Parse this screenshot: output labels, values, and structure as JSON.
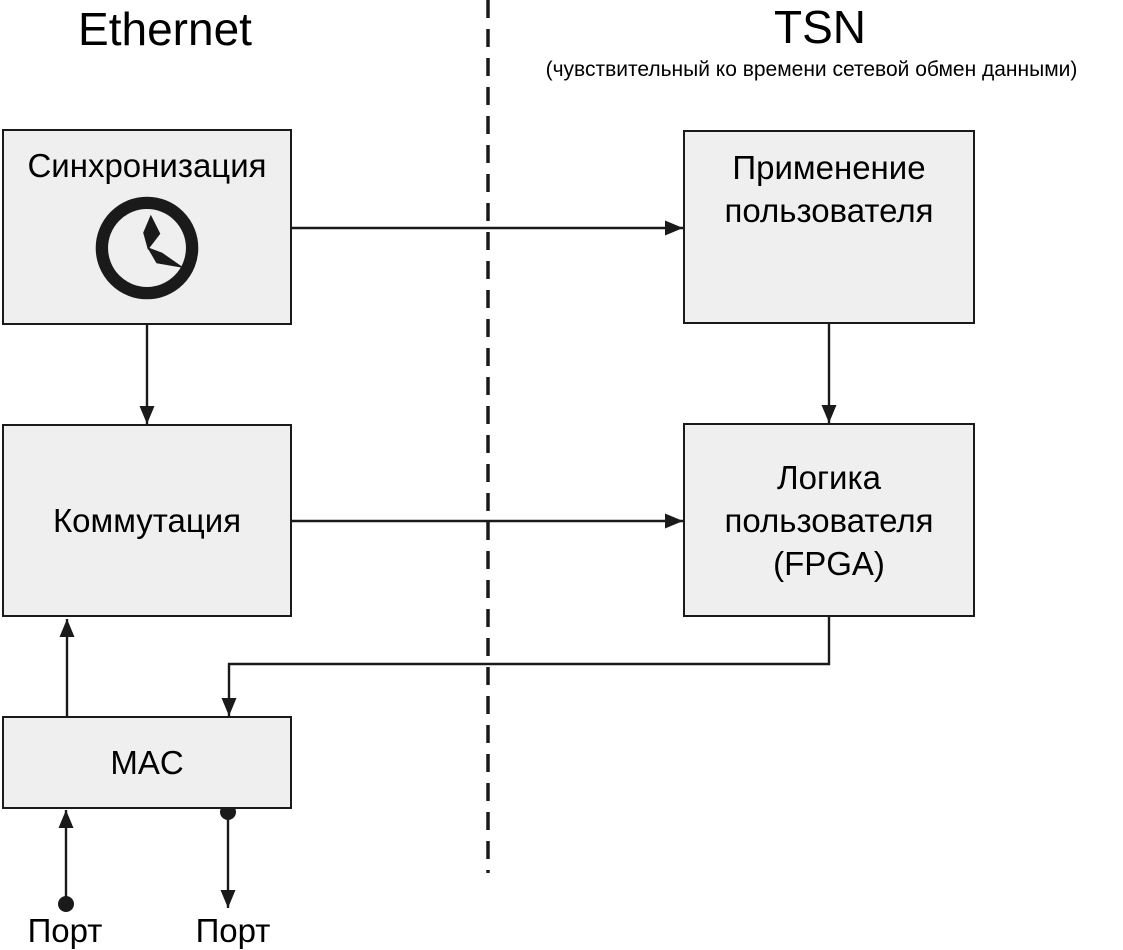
{
  "header": {
    "left_title": "Ethernet",
    "right_title": "TSN",
    "right_subtitle": "(чувствительный ко времени сетевой обмен данными)"
  },
  "boxes": {
    "sync": {
      "label": "Синхронизация",
      "icon": "clock-icon"
    },
    "switching": {
      "label": "Коммутация"
    },
    "mac": {
      "label": "MAC"
    },
    "user_app": {
      "line1": "Применение",
      "line2": "пользователя"
    },
    "user_logic": {
      "line1": "Логика",
      "line2": "пользователя",
      "line3": "(FPGA)"
    }
  },
  "ports": {
    "left_label": "Порт",
    "right_label": "Порт"
  },
  "colors": {
    "background": "#ffffff",
    "box_fill": "#efefef",
    "box_border": "#1a1a1a",
    "line": "#1a1a1a",
    "text": "#000000"
  }
}
